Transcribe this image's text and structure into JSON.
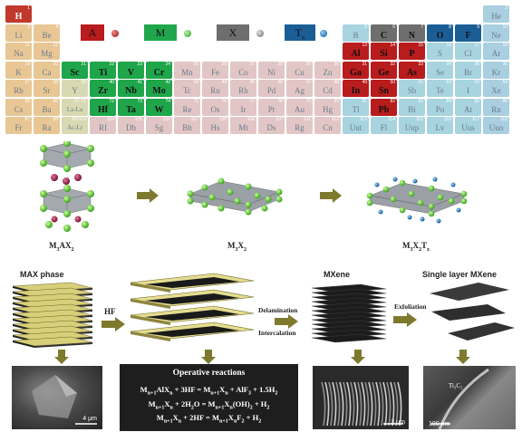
{
  "legend": {
    "a_label": "A",
    "m_label": "M",
    "x_label": "X",
    "tx_label": "T",
    "tx_sub": "x"
  },
  "colors": {
    "h_red": "#c0392b",
    "a_red": "#b81c1c",
    "m_green": "#1fa64a",
    "x_gray": "#6e6e6e",
    "tx_blue": "#1b5e96",
    "alkali": "#e8c795",
    "tm_pink": "#e2c6c6",
    "post_blue": "#a8d4e0",
    "noble": "#a9cfe0",
    "group3": "#d8d8b2"
  },
  "periodic_table": {
    "cells": [
      {
        "s": "H",
        "n": "1",
        "c": "h",
        "r": 0,
        "g": 0
      },
      {
        "s": "He",
        "n": "2",
        "c": "noble",
        "r": 0,
        "g": 17
      },
      {
        "s": "Li",
        "n": "3",
        "c": "alkali",
        "r": 1,
        "g": 0
      },
      {
        "s": "Be",
        "n": "4",
        "c": "alkali",
        "r": 1,
        "g": 1
      },
      {
        "s": "B",
        "n": "5",
        "c": "post",
        "r": 1,
        "g": 12
      },
      {
        "s": "C",
        "n": "6",
        "c": "x",
        "r": 1,
        "g": 13
      },
      {
        "s": "N",
        "n": "7",
        "c": "x",
        "r": 1,
        "g": 14
      },
      {
        "s": "O",
        "n": "8",
        "c": "tx",
        "r": 1,
        "g": 15
      },
      {
        "s": "F",
        "n": "9",
        "c": "tx",
        "r": 1,
        "g": 16
      },
      {
        "s": "Ne",
        "n": "10",
        "c": "noble",
        "r": 1,
        "g": 17
      },
      {
        "s": "Na",
        "n": "11",
        "c": "alkali",
        "r": 2,
        "g": 0
      },
      {
        "s": "Mg",
        "n": "12",
        "c": "alkali",
        "r": 2,
        "g": 1
      },
      {
        "s": "Al",
        "n": "13",
        "c": "a",
        "r": 2,
        "g": 12
      },
      {
        "s": "Si",
        "n": "14",
        "c": "a",
        "r": 2,
        "g": 13
      },
      {
        "s": "P",
        "n": "15",
        "c": "a",
        "r": 2,
        "g": 14
      },
      {
        "s": "S",
        "n": "16",
        "c": "post",
        "r": 2,
        "g": 15
      },
      {
        "s": "Cl",
        "n": "17",
        "c": "post",
        "r": 2,
        "g": 16
      },
      {
        "s": "Ar",
        "n": "18",
        "c": "noble",
        "r": 2,
        "g": 17
      },
      {
        "s": "K",
        "n": "19",
        "c": "alkali",
        "r": 3,
        "g": 0
      },
      {
        "s": "Ca",
        "n": "20",
        "c": "alkali",
        "r": 3,
        "g": 1
      },
      {
        "s": "Sc",
        "n": "21",
        "c": "m",
        "r": 3,
        "g": 2
      },
      {
        "s": "Ti",
        "n": "22",
        "c": "m",
        "r": 3,
        "g": 3
      },
      {
        "s": "V",
        "n": "23",
        "c": "m",
        "r": 3,
        "g": 4
      },
      {
        "s": "Cr",
        "n": "24",
        "c": "m",
        "r": 3,
        "g": 5
      },
      {
        "s": "Mn",
        "n": "25",
        "c": "tm",
        "r": 3,
        "g": 6
      },
      {
        "s": "Fe",
        "n": "26",
        "c": "tm",
        "r": 3,
        "g": 7
      },
      {
        "s": "Co",
        "n": "27",
        "c": "tm",
        "r": 3,
        "g": 8
      },
      {
        "s": "Ni",
        "n": "28",
        "c": "tm",
        "r": 3,
        "g": 9
      },
      {
        "s": "Cu",
        "n": "29",
        "c": "tm",
        "r": 3,
        "g": 10
      },
      {
        "s": "Zn",
        "n": "30",
        "c": "tm",
        "r": 3,
        "g": 11
      },
      {
        "s": "Ga",
        "n": "31",
        "c": "a",
        "r": 3,
        "g": 12
      },
      {
        "s": "Ge",
        "n": "32",
        "c": "a",
        "r": 3,
        "g": 13
      },
      {
        "s": "As",
        "n": "33",
        "c": "a",
        "r": 3,
        "g": 14
      },
      {
        "s": "Se",
        "n": "34",
        "c": "post",
        "r": 3,
        "g": 15
      },
      {
        "s": "Br",
        "n": "35",
        "c": "post",
        "r": 3,
        "g": 16
      },
      {
        "s": "Kr",
        "n": "36",
        "c": "noble",
        "r": 3,
        "g": 17
      },
      {
        "s": "Rb",
        "n": "37",
        "c": "alkali",
        "r": 4,
        "g": 0
      },
      {
        "s": "Sr",
        "n": "38",
        "c": "alkali",
        "r": 4,
        "g": 1
      },
      {
        "s": "Y",
        "n": "39",
        "c": "g3",
        "r": 4,
        "g": 2
      },
      {
        "s": "Zr",
        "n": "40",
        "c": "m",
        "r": 4,
        "g": 3
      },
      {
        "s": "Nb",
        "n": "41",
        "c": "m",
        "r": 4,
        "g": 4
      },
      {
        "s": "Mo",
        "n": "42",
        "c": "m",
        "r": 4,
        "g": 5
      },
      {
        "s": "Tc",
        "n": "43",
        "c": "tm",
        "r": 4,
        "g": 6
      },
      {
        "s": "Ru",
        "n": "44",
        "c": "tm",
        "r": 4,
        "g": 7
      },
      {
        "s": "Rh",
        "n": "45",
        "c": "tm",
        "r": 4,
        "g": 8
      },
      {
        "s": "Pd",
        "n": "46",
        "c": "tm",
        "r": 4,
        "g": 9
      },
      {
        "s": "Ag",
        "n": "47",
        "c": "tm",
        "r": 4,
        "g": 10
      },
      {
        "s": "Cd",
        "n": "48",
        "c": "tm",
        "r": 4,
        "g": 11
      },
      {
        "s": "In",
        "n": "49",
        "c": "a",
        "r": 4,
        "g": 12
      },
      {
        "s": "Sn",
        "n": "50",
        "c": "a",
        "r": 4,
        "g": 13
      },
      {
        "s": "Sb",
        "n": "51",
        "c": "post",
        "r": 4,
        "g": 14
      },
      {
        "s": "Te",
        "n": "52",
        "c": "post",
        "r": 4,
        "g": 15
      },
      {
        "s": "I",
        "n": "53",
        "c": "post",
        "r": 4,
        "g": 16
      },
      {
        "s": "Xe",
        "n": "54",
        "c": "noble",
        "r": 4,
        "g": 17
      },
      {
        "s": "Cs",
        "n": "55",
        "c": "alkali",
        "r": 5,
        "g": 0
      },
      {
        "s": "Ba",
        "n": "56",
        "c": "alkali",
        "r": 5,
        "g": 1
      },
      {
        "s": "La-Lu",
        "n": "57-71",
        "c": "g3",
        "r": 5,
        "g": 2
      },
      {
        "s": "Hf",
        "n": "72",
        "c": "m",
        "r": 5,
        "g": 3
      },
      {
        "s": "Ta",
        "n": "73",
        "c": "m",
        "r": 5,
        "g": 4
      },
      {
        "s": "W",
        "n": "74",
        "c": "m",
        "r": 5,
        "g": 5
      },
      {
        "s": "Re",
        "n": "75",
        "c": "tm",
        "r": 5,
        "g": 6
      },
      {
        "s": "Os",
        "n": "76",
        "c": "tm",
        "r": 5,
        "g": 7
      },
      {
        "s": "Ir",
        "n": "77",
        "c": "tm",
        "r": 5,
        "g": 8
      },
      {
        "s": "Pt",
        "n": "78",
        "c": "tm",
        "r": 5,
        "g": 9
      },
      {
        "s": "Au",
        "n": "79",
        "c": "tm",
        "r": 5,
        "g": 10
      },
      {
        "s": "Hg",
        "n": "80",
        "c": "tm",
        "r": 5,
        "g": 11
      },
      {
        "s": "Tl",
        "n": "81",
        "c": "post",
        "r": 5,
        "g": 12
      },
      {
        "s": "Pb",
        "n": "82",
        "c": "a",
        "r": 5,
        "g": 13
      },
      {
        "s": "Bi",
        "n": "83",
        "c": "post",
        "r": 5,
        "g": 14
      },
      {
        "s": "Po",
        "n": "84",
        "c": "post",
        "r": 5,
        "g": 15
      },
      {
        "s": "At",
        "n": "85",
        "c": "post",
        "r": 5,
        "g": 16
      },
      {
        "s": "Rn",
        "n": "86",
        "c": "noble",
        "r": 5,
        "g": 17
      },
      {
        "s": "Fr",
        "n": "87",
        "c": "alkali",
        "r": 6,
        "g": 0
      },
      {
        "s": "Ra",
        "n": "88",
        "c": "alkali",
        "r": 6,
        "g": 1
      },
      {
        "s": "Ac-Lr",
        "n": "89-103",
        "c": "g3",
        "r": 6,
        "g": 2
      },
      {
        "s": "Rf",
        "n": "104",
        "c": "tm",
        "r": 6,
        "g": 3
      },
      {
        "s": "Db",
        "n": "105",
        "c": "tm",
        "r": 6,
        "g": 4
      },
      {
        "s": "Sg",
        "n": "106",
        "c": "tm",
        "r": 6,
        "g": 5
      },
      {
        "s": "Bh",
        "n": "107",
        "c": "tm",
        "r": 6,
        "g": 6
      },
      {
        "s": "Hs",
        "n": "108",
        "c": "tm",
        "r": 6,
        "g": 7
      },
      {
        "s": "Mt",
        "n": "109",
        "c": "tm",
        "r": 6,
        "g": 8
      },
      {
        "s": "Ds",
        "n": "110",
        "c": "tm",
        "r": 6,
        "g": 9
      },
      {
        "s": "Rg",
        "n": "111",
        "c": "tm",
        "r": 6,
        "g": 10
      },
      {
        "s": "Cn",
        "n": "112",
        "c": "tm",
        "r": 6,
        "g": 11
      },
      {
        "s": "Uut",
        "n": "113",
        "c": "post",
        "r": 6,
        "g": 12
      },
      {
        "s": "Fl",
        "n": "114",
        "c": "post",
        "r": 6,
        "g": 13
      },
      {
        "s": "Uup",
        "n": "115",
        "c": "post",
        "r": 6,
        "g": 14
      },
      {
        "s": "Lv",
        "n": "116",
        "c": "post",
        "r": 6,
        "g": 15
      },
      {
        "s": "Uus",
        "n": "117",
        "c": "post",
        "r": 6,
        "g": 16
      },
      {
        "s": "Uuo",
        "n": "118",
        "c": "noble",
        "r": 6,
        "g": 17
      }
    ]
  },
  "structures": {
    "max_label_main": "M",
    "max_label_sub1": "3",
    "max_label_mid": "AX",
    "max_label_sub2": "2",
    "mx_label_main": "M",
    "mx_label_sub1": "3",
    "mx_label_mid": "X",
    "mx_label_sub2": "2",
    "mxt_label_main": "M",
    "mxt_label_sub1": "3",
    "mxt_label_mid": "X",
    "mxt_label_sub2": "2",
    "mxt_label_t": "T",
    "mxt_label_sub3": "x"
  },
  "process": {
    "max_phase": "MAX phase",
    "hf": "HF",
    "delamination": "Delamination",
    "intercalation": "Intercalation",
    "mxene": "MXene",
    "exfoliation": "Exfoliation",
    "single_layer": "Single layer MXene"
  },
  "micrographs": {
    "scale1": "4 μm",
    "scale2": "3 μm",
    "scale3": "100 nm",
    "tic_label": "Ti₃C₂"
  },
  "reactions": {
    "title": "Operative reactions",
    "line1": "Mn+1AlXn + 3HF = Mn+1Xn + AlF3 + 1.5H2",
    "line2": "Mn+1Xn + 2H2O = Mn+1Xn(OH)2 + H2",
    "line3": "Mn+1Xn + 2HF = Mn+1XnF2 + H2"
  }
}
